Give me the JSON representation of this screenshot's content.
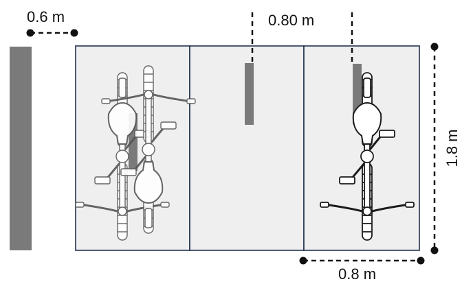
{
  "dimensions": {
    "wall_gap": "0.6 m",
    "rack_spacing": "0.80 m",
    "bay_width": "0.8 m",
    "bay_depth": "1.8 m"
  },
  "colors": {
    "bay_fill": "#efefef",
    "bay_stroke": "#22324f",
    "rack": "#7a7a7a",
    "dim_line": "#111111",
    "bike_stroke": "#1b1b1b",
    "bike_fill": "#ffffff",
    "bike_faded_stroke": "#555555"
  },
  "icons": [
    "bicycle-top-view-icon",
    "bicycle-top-view-icon",
    "bicycle-top-view-icon"
  ]
}
